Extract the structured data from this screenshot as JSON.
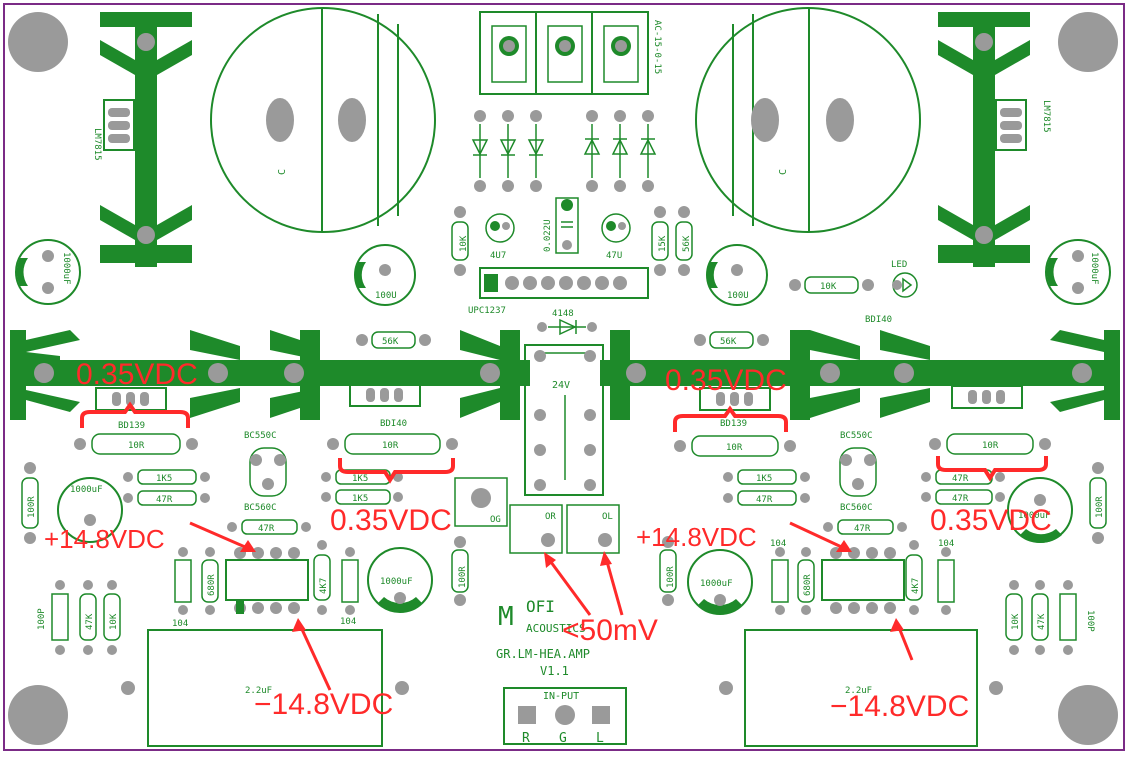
{
  "colors": {
    "copper": "#1e8a2a",
    "annotation": "#ff2a2a",
    "pad": "#9a9a9a",
    "border": "#7b2b86"
  },
  "labels": {
    "ac": "AC-15-0-15",
    "lm_left": "LM7815",
    "lm_right": "LM7815",
    "cap_big_left": "C",
    "cap_big_right": "C",
    "c1000_left": "1000uF",
    "c1000_right": "1000uF",
    "c100_left": "100U",
    "c100_right": "100U",
    "r10k_left": "10K",
    "c4u7": "4U7",
    "c0022": "0.022U",
    "c47u": "47U",
    "r15k": "15K",
    "r56k_v": "56K",
    "upc": "UPC1237",
    "r10k_led": "10K",
    "led": "LED",
    "d4148": "4148",
    "r56k_left": "56K",
    "r56k_right": "56K",
    "bdi40_top": "BDI40",
    "relay": "24V",
    "bd139_left": "BD139",
    "bd139_right": "BD139",
    "r10r_1": "10R",
    "r10r_2": "10R",
    "r10r_3": "10R",
    "r10r_4": "10R",
    "bdi40_left": "BDI40",
    "bc550c_left": "BC550C",
    "bc550c_right": "BC550C",
    "r1k5_1": "1K5",
    "r1k5_2": "1K5",
    "r1k5_3": "1K5",
    "r1k5_4": "1K5",
    "r47r_1": "47R",
    "r47r_2": "47R",
    "r47r_3": "47R",
    "r47r_4": "47R",
    "r47r_5": "47R",
    "r47r_6": "47R",
    "bc560c_left": "BC560C",
    "bc560c_right": "BC560C",
    "r100r_1": "100R",
    "r100r_2": "100R",
    "r100r_3": "100R",
    "r100r_4": "100R",
    "c1000uf_l2": "1000uF",
    "c1000uf_r2": "1000uF",
    "c1000uf_m1": "1000uF",
    "c1000uf_m2": "1000uF",
    "og": "OG",
    "or": "OR",
    "ol": "OL",
    "r680_l": "680R",
    "r680_r": "680R",
    "r4k7_l": "4K7",
    "r4k7_r": "4K7",
    "c104_1": "104",
    "c104_2": "104",
    "c104_3": "104",
    "c104_4": "104",
    "c100p_l": "100P",
    "c100p_r": "100P",
    "r47k_l": "47K",
    "r47k_r": "47K",
    "r10k_bl": "10K",
    "r10k_br": "10K",
    "c22_l": "2.2uF",
    "c22_r": "2.2uF",
    "brand_m": "M",
    "brand_ofi": "OFI",
    "brand_acoustics": "ACOUSTICS",
    "model": "GR.LM-HEA.AMP",
    "version": "V1.1",
    "input": "IN-PUT",
    "in_r": "R",
    "in_g": "G",
    "in_l": "L"
  },
  "annotations": {
    "v035_1": "0.35VDC",
    "v035_2": "0.35VDC",
    "v035_3": "0.35VDC",
    "v035_4": "0.35VDC",
    "plus_left": "+14.8VDC",
    "plus_right": "+14.8VDC",
    "minus_left": "−14.8VDC",
    "minus_right": "−14.8VDC",
    "offset": "<50mV"
  }
}
